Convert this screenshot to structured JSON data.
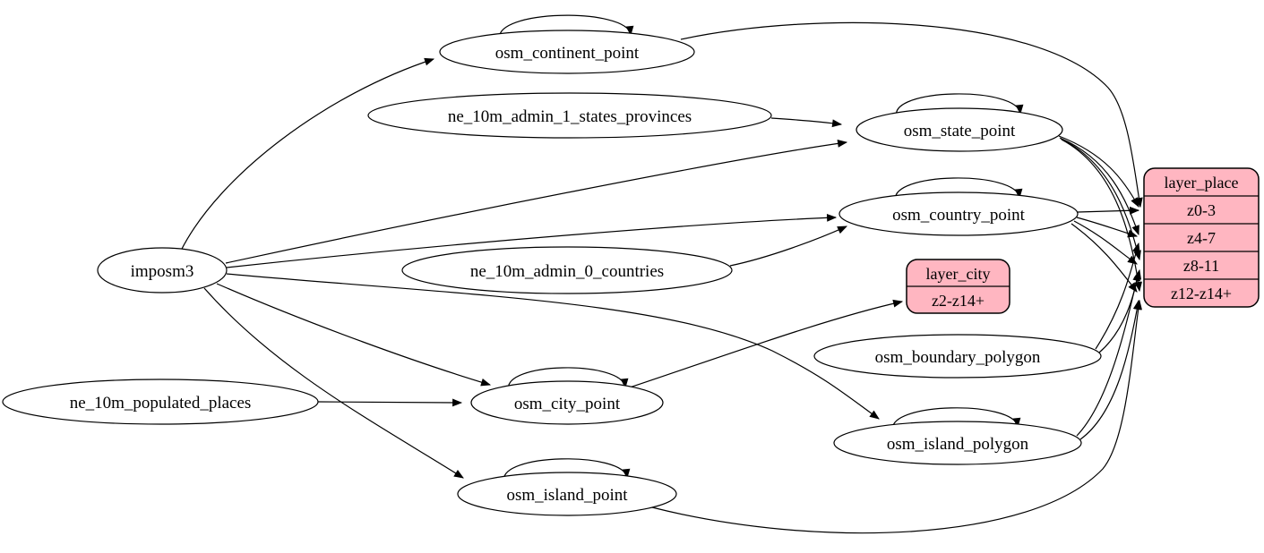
{
  "diagram": {
    "kind": "etl-graph",
    "colors": {
      "background": "#ffffff",
      "node_fill": "#ffffff",
      "record_fill": "#ffb6c1",
      "stroke": "#000000"
    }
  },
  "nodes": {
    "imposm3": {
      "label": "imposm3",
      "shape": "ellipse"
    },
    "ne_10m_populated_places": {
      "label": "ne_10m_populated_places",
      "shape": "ellipse"
    },
    "ne_10m_admin_1_states_provinces": {
      "label": "ne_10m_admin_1_states_provinces",
      "shape": "ellipse"
    },
    "ne_10m_admin_0_countries": {
      "label": "ne_10m_admin_0_countries",
      "shape": "ellipse"
    },
    "osm_continent_point": {
      "label": "osm_continent_point",
      "shape": "ellipse"
    },
    "osm_state_point": {
      "label": "osm_state_point",
      "shape": "ellipse"
    },
    "osm_country_point": {
      "label": "osm_country_point",
      "shape": "ellipse"
    },
    "osm_city_point": {
      "label": "osm_city_point",
      "shape": "ellipse"
    },
    "osm_island_point": {
      "label": "osm_island_point",
      "shape": "ellipse"
    },
    "osm_boundary_polygon": {
      "label": "osm_boundary_polygon",
      "shape": "ellipse"
    },
    "osm_island_polygon": {
      "label": "osm_island_polygon",
      "shape": "ellipse"
    },
    "layer_city": {
      "label": "layer_city",
      "shape": "record",
      "rows": [
        "z2-z14+"
      ]
    },
    "layer_place": {
      "label": "layer_place",
      "shape": "record",
      "rows": [
        "z0-3",
        "z4-7",
        "z8-11",
        "z12-z14+"
      ]
    }
  },
  "edges": [
    {
      "from": "imposm3",
      "to": "osm_continent_point"
    },
    {
      "from": "imposm3",
      "to": "osm_state_point"
    },
    {
      "from": "imposm3",
      "to": "osm_country_point"
    },
    {
      "from": "imposm3",
      "to": "osm_city_point"
    },
    {
      "from": "imposm3",
      "to": "osm_island_point"
    },
    {
      "from": "imposm3",
      "to": "osm_island_polygon"
    },
    {
      "from": "ne_10m_admin_1_states_provinces",
      "to": "osm_state_point"
    },
    {
      "from": "ne_10m_admin_0_countries",
      "to": "osm_country_point"
    },
    {
      "from": "ne_10m_populated_places",
      "to": "osm_city_point"
    },
    {
      "from": "osm_continent_point",
      "to": "osm_continent_point"
    },
    {
      "from": "osm_state_point",
      "to": "osm_state_point"
    },
    {
      "from": "osm_country_point",
      "to": "osm_country_point"
    },
    {
      "from": "osm_city_point",
      "to": "osm_city_point"
    },
    {
      "from": "osm_island_point",
      "to": "osm_island_point"
    },
    {
      "from": "osm_island_polygon",
      "to": "osm_island_polygon"
    },
    {
      "from": "osm_continent_point",
      "to": "layer_place",
      "port": "z0-3"
    },
    {
      "from": "osm_state_point",
      "to": "layer_place",
      "port": "z0-3"
    },
    {
      "from": "osm_state_point",
      "to": "layer_place",
      "port": "z4-7"
    },
    {
      "from": "osm_state_point",
      "to": "layer_place",
      "port": "z8-11"
    },
    {
      "from": "osm_state_point",
      "to": "layer_place",
      "port": "z12-z14+"
    },
    {
      "from": "osm_country_point",
      "to": "layer_place",
      "port": "z0-3"
    },
    {
      "from": "osm_country_point",
      "to": "layer_place",
      "port": "z4-7"
    },
    {
      "from": "osm_country_point",
      "to": "layer_place",
      "port": "z8-11"
    },
    {
      "from": "osm_country_point",
      "to": "layer_place",
      "port": "z12-z14+"
    },
    {
      "from": "osm_city_point",
      "to": "layer_city",
      "port": "z2-z14+"
    },
    {
      "from": "osm_island_point",
      "to": "layer_place",
      "port": "z12-z14+"
    },
    {
      "from": "osm_island_polygon",
      "to": "layer_place",
      "port": "z8-11"
    },
    {
      "from": "osm_island_polygon",
      "to": "layer_place",
      "port": "z12-z14+"
    },
    {
      "from": "osm_boundary_polygon",
      "to": "layer_place",
      "port": "z4-7"
    },
    {
      "from": "osm_boundary_polygon",
      "to": "layer_place",
      "port": "z8-11"
    }
  ]
}
